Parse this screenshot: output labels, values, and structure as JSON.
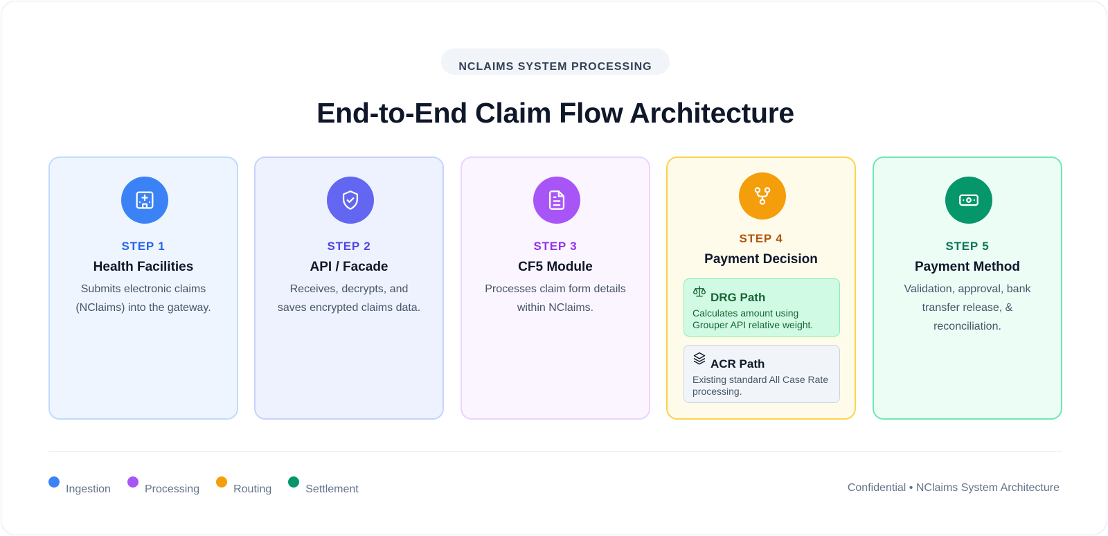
{
  "header": {
    "eyebrow": "NCLAIMS SYSTEM PROCESSING",
    "title": "End-to-End Claim Flow Architecture"
  },
  "steps": [
    {
      "step": "STEP 1",
      "name": "Health Facilities",
      "desc": "Submits electronic claims (NClaims) into the gateway.",
      "icon": "hospital-icon",
      "color": "#3b82f6",
      "step_color": "#2563eb"
    },
    {
      "step": "STEP 2",
      "name": "API / Facade",
      "desc": "Receives, decrypts, and saves encrypted claims data.",
      "icon": "shield-check-icon",
      "color": "#6366f1",
      "step_color": "#4f46e5"
    },
    {
      "step": "STEP 3",
      "name": "CF5 Module",
      "desc": "Processes claim form details within NClaims.",
      "icon": "document-icon",
      "color": "#a855f7",
      "step_color": "#9333ea"
    },
    {
      "step": "STEP 4",
      "name": "Payment Decision",
      "icon": "git-branch-icon",
      "color": "#f59e0b",
      "step_color": "#b45309",
      "paths": [
        {
          "title": "DRG Path",
          "desc": "Calculates amount using Grouper API relative weight.",
          "icon": "scale-icon"
        },
        {
          "title": "ACR Path",
          "desc": "Existing standard All Case Rate processing.",
          "icon": "layers-icon"
        }
      ]
    },
    {
      "step": "STEP 5",
      "name": "Payment Method",
      "desc": "Validation, approval, bank transfer release, & reconciliation.",
      "icon": "banknote-icon",
      "color": "#059669",
      "step_color": "#047857"
    }
  ],
  "legend": [
    {
      "label": "Ingestion",
      "color": "#3b82f6"
    },
    {
      "label": "Processing",
      "color": "#a855f7"
    },
    {
      "label": "Routing",
      "color": "#f59e0b"
    },
    {
      "label": "Settlement",
      "color": "#059669"
    }
  ],
  "footer": {
    "note": "Confidential • NClaims System Architecture"
  }
}
